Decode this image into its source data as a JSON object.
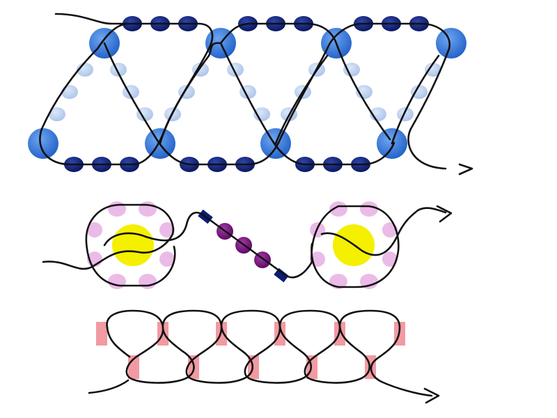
{
  "diagram": {
    "panels": [
      {
        "id": "triangle-net",
        "description_visible": false
      },
      {
        "id": "flower-chain",
        "description_visible": false
      },
      {
        "id": "ladder-chain",
        "description_visible": false
      }
    ],
    "colors": {
      "thread": "#111111",
      "large_blue": "#2f6fd1",
      "dark_navy": "#0d1f6e",
      "light_blue": "#a9c4ea",
      "pink": "#e9b4e6",
      "yellow": "#f4f000",
      "purple": "#6b0a6f",
      "navy_bugle": "#0b1d73",
      "salmon": "#f29aa2"
    },
    "icons": [
      "arrow-icon"
    ]
  }
}
